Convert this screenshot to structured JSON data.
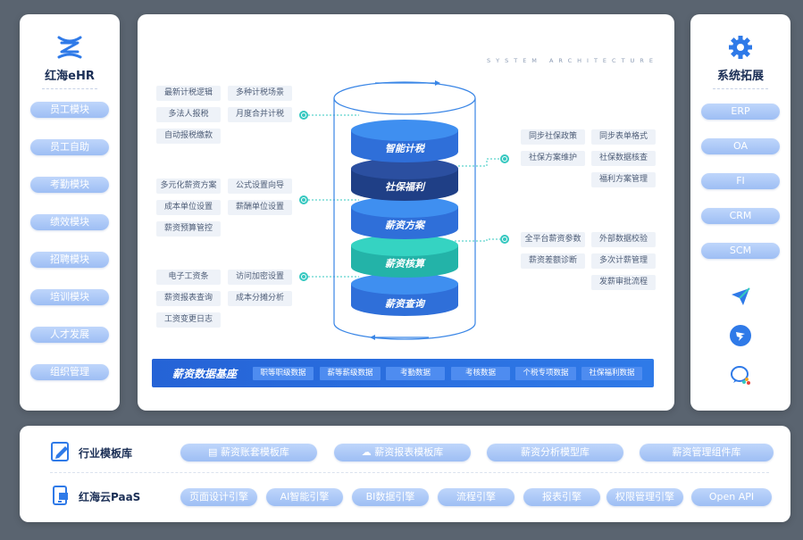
{
  "left_panel": {
    "title": "红海eHR",
    "items": [
      "员工模块",
      "员工自助",
      "考勤模块",
      "绩效模块",
      "招聘模块",
      "培训模块",
      "人才发展",
      "组织管理"
    ]
  },
  "right_panel": {
    "title": "系统拓展",
    "items": [
      "ERP",
      "OA",
      "FI",
      "CRM",
      "SCM"
    ],
    "apps": [
      "feishu-icon",
      "dingtalk-icon",
      "wecom-icon"
    ]
  },
  "center": {
    "arch_title": "SYSTEM ARCHITECTURE",
    "layers": [
      "智能计税",
      "社保福利",
      "薪资方案",
      "薪资核算",
      "薪资查询"
    ],
    "left_groups": [
      [
        "最新计税逻辑",
        "多种计税场景",
        "多法人报税",
        "月度合并计税",
        "自动报税缴款"
      ],
      [
        "多元化薪资方案",
        "公式设置向导",
        "成本单位设置",
        "薪酬单位设置",
        "薪资预算管控"
      ],
      [
        "电子工资条",
        "访问加密设置",
        "薪资报表查询",
        "成本分摊分析",
        "工资变更日志"
      ]
    ],
    "right_groups": [
      [
        "同步社保政策",
        "同步表单格式",
        "社保方案维护",
        "社保数据核查",
        "福利方案管理"
      ],
      [
        "全平台薪资参数",
        "外部数据校验",
        "薪资差额诊断",
        "多次计薪管理",
        "发薪审批流程"
      ]
    ],
    "db": {
      "title": "薪资数据基座",
      "items": [
        "职等职级数据",
        "薪等薪级数据",
        "考勤数据",
        "考核数据",
        "个税专项数据",
        "社保福利数据"
      ]
    }
  },
  "bottom": {
    "row1": {
      "label": "行业模板库",
      "items": [
        "薪资账套模板库",
        "薪资报表模板库",
        "薪资分析模型库",
        "薪资管理组件库"
      ]
    },
    "row2": {
      "label": "红海云PaaS",
      "items": [
        "页面设计引擎",
        "AI智能引擎",
        "BI数据引擎",
        "流程引擎",
        "报表引擎",
        "权限管理引擎",
        "Open API"
      ]
    }
  },
  "colors": {
    "accent": "#2f7ae8",
    "teal": "#35c8c0",
    "pill": "#a9c7f7",
    "layer_dark": "#2b4fa0",
    "layer_blue": "#3a86e6",
    "layer_teal": "#35d3c2"
  }
}
